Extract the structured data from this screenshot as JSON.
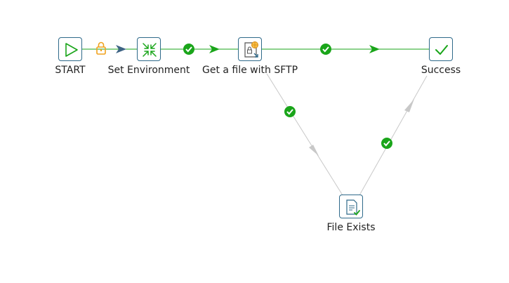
{
  "nodes": [
    {
      "id": "start",
      "label": "START",
      "icon": "play-triangle-icon"
    },
    {
      "id": "set_env",
      "label": "Set Environment",
      "icon": "compress-arrows-icon"
    },
    {
      "id": "sftp",
      "label": "Get a file with SFTP",
      "icon": "sftp-get-file-icon"
    },
    {
      "id": "success",
      "label": "Success",
      "icon": "checkmark-icon"
    },
    {
      "id": "file_exists",
      "label": "File Exists",
      "icon": "file-check-icon"
    }
  ],
  "hops": [
    {
      "from": "start",
      "to": "set_env",
      "condition": "unconditional",
      "badge": "lock-icon"
    },
    {
      "from": "set_env",
      "to": "sftp",
      "condition": "on-success",
      "badge": "check-circle-icon"
    },
    {
      "from": "sftp",
      "to": "success",
      "condition": "on-success",
      "badge": "check-circle-icon"
    },
    {
      "from": "sftp",
      "to": "file_exists",
      "condition": "on-success",
      "badge": "check-circle-icon",
      "disabled": true
    },
    {
      "from": "file_exists",
      "to": "success",
      "condition": "on-success",
      "badge": "check-circle-icon",
      "disabled": true
    }
  ],
  "colors": {
    "node_border": "#2f6a8a",
    "success_hop": "#1aa51a",
    "unconditional_hop": "#3d6384",
    "lock": "#f0a21d",
    "disabled_hop": "#c8c8c8",
    "icon_green": "#1aa51a"
  }
}
